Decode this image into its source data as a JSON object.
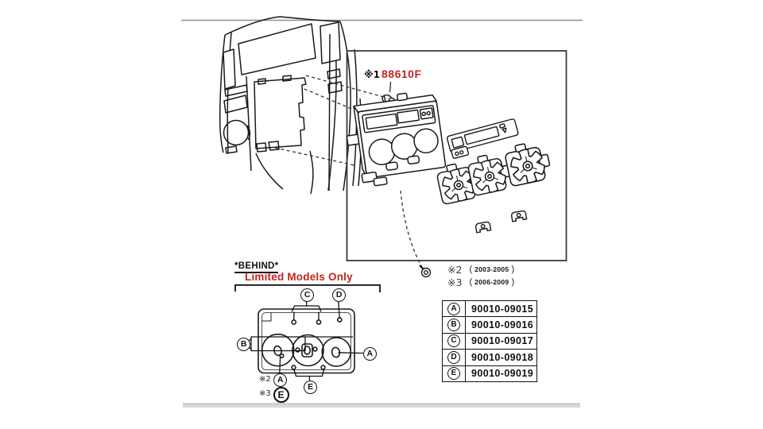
{
  "colors": {
    "line": "#1a1a1a",
    "accent_red": "#c22521",
    "frame_gray": "#8f8f8f"
  },
  "part_label": {
    "mark": "※1",
    "code": "88610F"
  },
  "notes": [
    {
      "mark": "※2",
      "open": "(",
      "years": "2003-2005",
      "close": ")"
    },
    {
      "mark": "※3",
      "open": "(",
      "years": "2006-2009",
      "close": ")"
    }
  ],
  "behind": {
    "title": "*BEHIND*",
    "subtitle": "Limited Models Only",
    "callouts": {
      "c": "C",
      "d": "D",
      "b": "B",
      "a_right": "A",
      "a_left": "A",
      "e_bottom": "E"
    },
    "legend": [
      {
        "mark": "※2",
        "letter": "A"
      },
      {
        "mark": "※3",
        "letter": "E"
      }
    ]
  },
  "table": {
    "rows": [
      {
        "letter": "A",
        "part": "90010-09015"
      },
      {
        "letter": "B",
        "part": "90010-09016"
      },
      {
        "letter": "C",
        "part": "90010-09017"
      },
      {
        "letter": "D",
        "part": "90010-09018"
      },
      {
        "letter": "E",
        "part": "90010-09019"
      }
    ]
  }
}
